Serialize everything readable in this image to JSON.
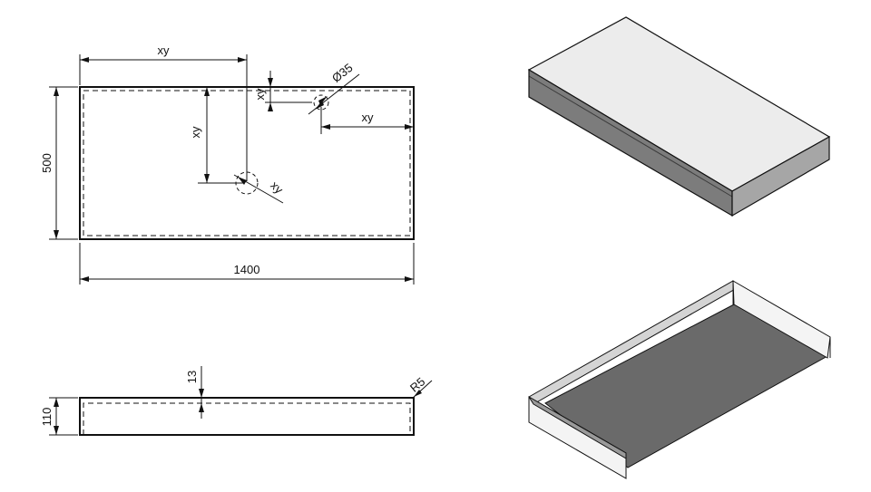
{
  "labels": {
    "width_1400": "1400",
    "depth_500": "500",
    "xy_top": "xy",
    "xy_left_vertical": "xy",
    "xy_small_vertical": "xy",
    "xy_right": "xy",
    "xy_hole": "xy",
    "diameter": "Ø35",
    "thickness_13": "13",
    "height_110": "110",
    "radius": "R5"
  },
  "colors": {
    "line": "#111111",
    "top_face": "#ececec",
    "side_face_dark": "#7c7c7c",
    "side_face_mid": "#a6a6a6",
    "inner_dark": "#6a6a6a",
    "inner_wall": "#f4f4f4"
  }
}
